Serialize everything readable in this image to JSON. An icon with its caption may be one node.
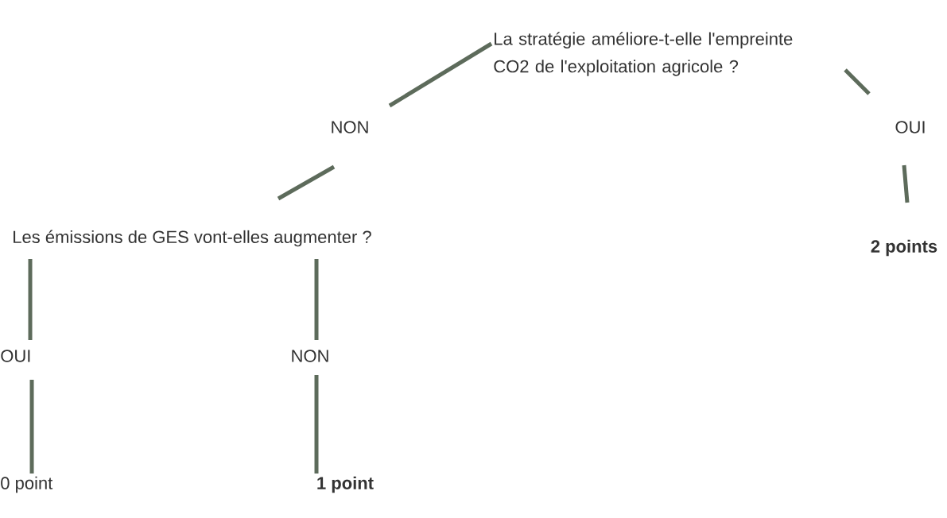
{
  "diagram": {
    "nodes": [
      {
        "text": [
          "La stratégie améliore-t-elle l'empreinte CO2 de l'exploitation agricole ?"
        ]
      },
      {
        "text": [
          "NON"
        ]
      },
      {
        "text": [
          "OUI"
        ]
      },
      {
        "text": [
          "Les émissions de GES vont-elles augmenter ?"
        ]
      },
      {
        "text": [
          "2 points"
        ]
      },
      {
        "text": [
          "OUI"
        ]
      },
      {
        "text": [
          "NON"
        ]
      },
      {
        "text": [
          "0 point"
        ]
      },
      {
        "text": [
          "1 point"
        ]
      }
    ],
    "edges": [
      {
        "from": 0,
        "to": 1,
        "arrow": "none"
      },
      {
        "from": 0,
        "to": 2,
        "arrow": "none"
      },
      {
        "from": 1,
        "to": 3,
        "arrow": "none"
      },
      {
        "from": 2,
        "to": 4,
        "arrow": "none"
      },
      {
        "from": 3,
        "to": 5,
        "arrow": "none"
      },
      {
        "from": 3,
        "to": 6,
        "arrow": "none"
      },
      {
        "from": 5,
        "to": 7,
        "arrow": "none"
      },
      {
        "from": 6,
        "to": 8,
        "arrow": "none"
      }
    ]
  }
}
